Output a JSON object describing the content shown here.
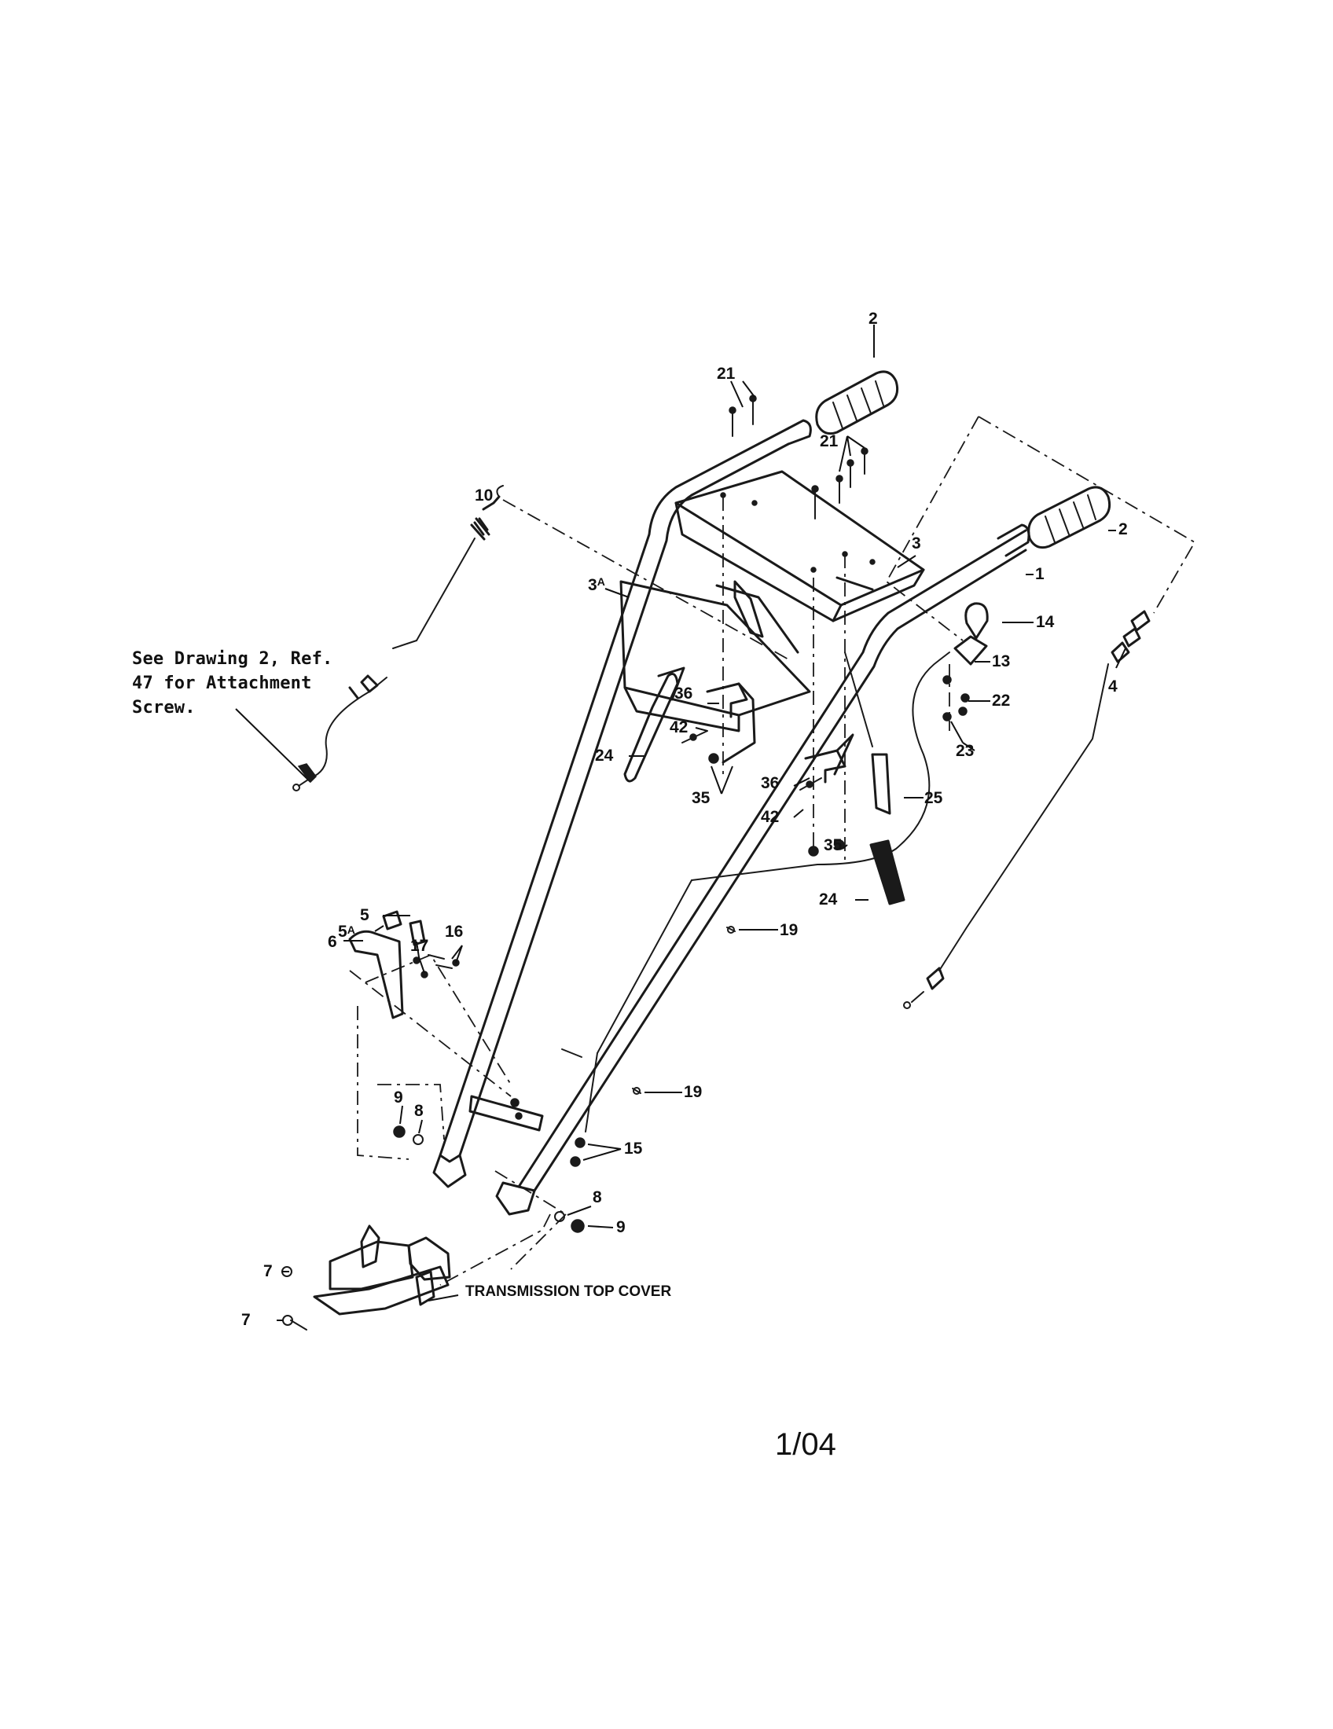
{
  "note": {
    "lines": [
      "See Drawing 2, Ref.",
      "47 for Attachment",
      "Screw."
    ]
  },
  "labels": {
    "cover": "TRANSMISSION TOP COVER",
    "date": "1/04"
  },
  "callouts": {
    "handle": "1",
    "grip": "2",
    "panel": "3",
    "panel_a_num": "3",
    "panel_a_sup": "A",
    "choke_cable": "4",
    "bolt": "5",
    "spacer_num": "5",
    "spacer_sup": "A",
    "bracket": "6",
    "cover_bolt": "7",
    "washer": "8",
    "nut": "9",
    "drive_cable": "10",
    "control_bracket": "13",
    "throttle_knob": "14",
    "cable_nut": "15",
    "screw": "16",
    "lock_washer": "17",
    "cable_tie": "19",
    "panel_screw": "21",
    "control_nut": "22",
    "control_washer": "23",
    "lever_grip": "24",
    "lever": "25",
    "nut_35": "35",
    "lever_bracket": "36",
    "lever_bolt": "42"
  }
}
